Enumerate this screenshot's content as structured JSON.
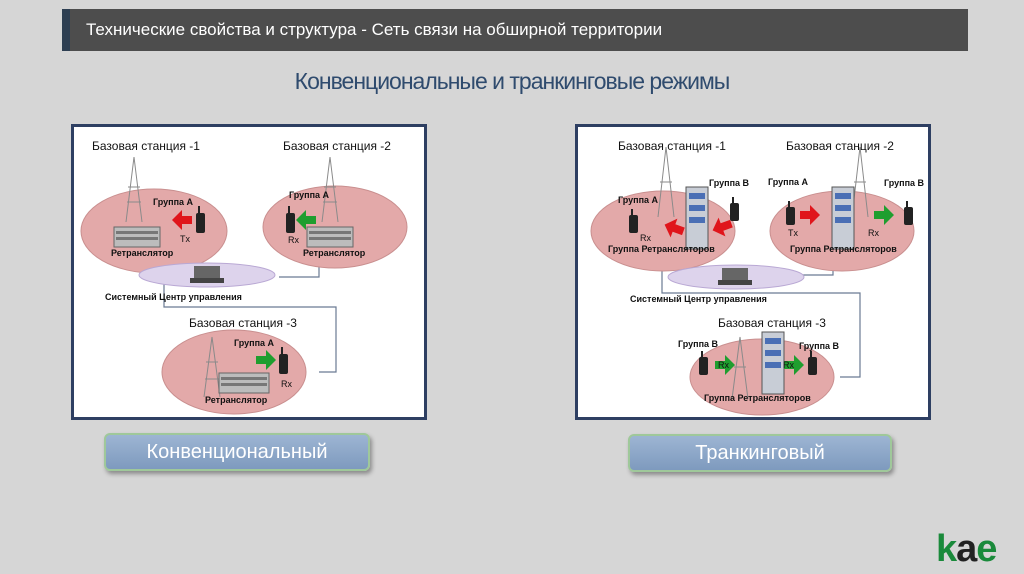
{
  "header": {
    "title": "Технические свойства и структура - Сеть связи на обширной территории"
  },
  "subtitle": "Конвенциональные и транкинговые режимы",
  "conventional": {
    "station1": "Базовая станция -1",
    "station2": "Базовая станция -2",
    "station3": "Базовая станция -3",
    "group_a": "Группа А",
    "tx": "Tx",
    "rx": "Rx",
    "repeater": "Ретранслятор",
    "control_center": "Системный Центр управления"
  },
  "trunking": {
    "station1": "Базовая станция -1",
    "station2": "Базовая станция -2",
    "station3": "Базовая станция -3",
    "group_a": "Группа А",
    "group_b": "Группа В",
    "tx": "Tx",
    "rx": "Rx",
    "repeater_group": "Группа Ретрансляторов",
    "control_center": "Системный Центр управления"
  },
  "mode_buttons": {
    "conventional": "Конвенциональный",
    "trunking": "Транкинговый"
  },
  "logo": {
    "k": "k",
    "a": "a",
    "e": "e"
  },
  "colors": {
    "header": "#4d4d4d",
    "accent_bar": "#2e3f52",
    "ellipse": "#e3a9a9",
    "arrow_red": "#e0151b",
    "arrow_green": "#1f9e2f",
    "pill": "#8ba6c8",
    "logo_green": "#1a8a3b"
  }
}
